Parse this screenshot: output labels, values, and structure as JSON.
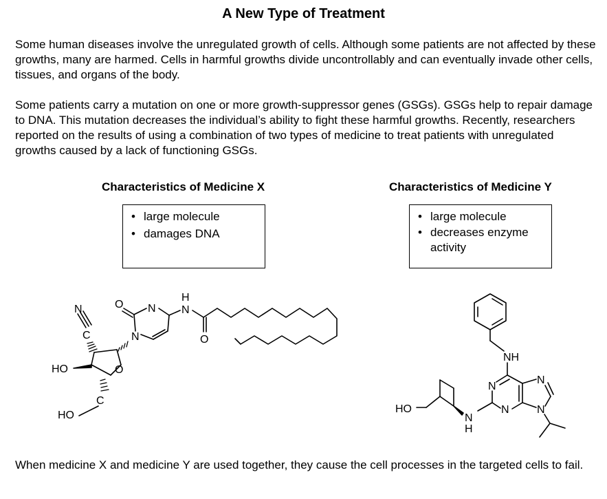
{
  "document": {
    "title": "A New Type of Treatment",
    "paragraph_1": "Some human diseases involve the unregulated growth of cells. Although some patients are not affected by these growths, many are harmed. Cells in harmful growths divide uncontrollably and can eventually invade other cells, tissues, and organs of the body.",
    "paragraph_2": "Some patients carry a mutation on one or more growth-suppressor genes (GSGs). GSGs help to repair damage to DNA. This mutation decreases the individual’s ability to fight these harmful growths. Recently, researchers reported on the results of using a combination of two types of medicine to treat patients with unregulated growths caused by a lack of functioning GSGs.",
    "conclusion": "When medicine X and medicine Y are used together, they cause the cell processes in the targeted cells to fail."
  },
  "medicine_x": {
    "heading": "Characteristics of Medicine X",
    "traits": [
      "large molecule",
      "damages DNA"
    ]
  },
  "medicine_y": {
    "heading": "Characteristics of Medicine Y",
    "traits": [
      "large molecule",
      "decreases enzyme activity"
    ]
  },
  "structure_x": {
    "atom_n_nitrile": "N",
    "atom_c_nitrile": "C",
    "atom_o_carbonyl": "O",
    "atom_n_ring_top": "N",
    "atom_n_ring": "N",
    "atom_nh_h": "H",
    "atom_nh_n": "N",
    "atom_o_amide": "O",
    "atom_o_sugar": "O",
    "label_ho_ring": "HO",
    "atom_c_chain": "C",
    "label_ho_chain": "HO"
  },
  "structure_y": {
    "label_nh": "NH",
    "atom_n1": "N",
    "atom_n3": "N",
    "atom_n7": "N",
    "atom_n9": "N",
    "label_ho": "HO",
    "atom_n_amine": "N",
    "atom_h_amine": "H"
  }
}
